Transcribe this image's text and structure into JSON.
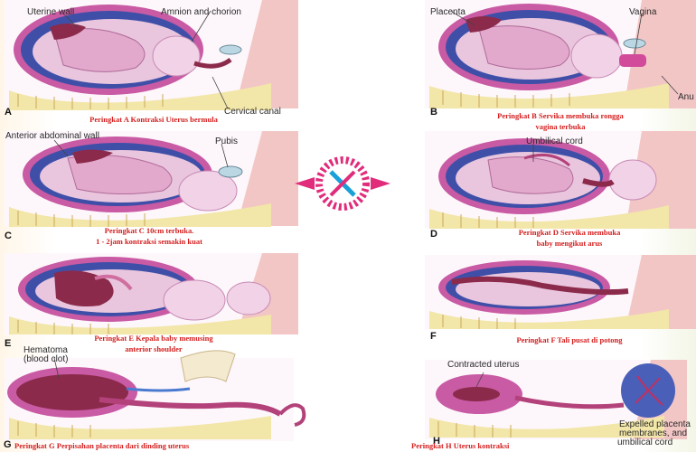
{
  "colors": {
    "caption": "#d42020",
    "background_tint": "#f4f4d8",
    "uterus_wall": "#c95aa4",
    "amniotic": "#3f4fa8",
    "skin": "#e9c6de",
    "placenta": "#8b2a4a",
    "cord": "#b3417a"
  },
  "panels": {
    "a": {
      "letter": "A",
      "labels": {
        "uterine_wall": "Uterine wall",
        "amnion": "Amnion and chorion",
        "cervical": "Cervical canal"
      },
      "caption_lines": [
        "Peringkat A Kontraksi Uterus bermula"
      ]
    },
    "b": {
      "letter": "B",
      "labels": {
        "placenta": "Placenta",
        "vagina": "Vagina",
        "anus": "Anu"
      },
      "caption_lines": [
        "Peringkat B Servika membuka rongga",
        "vagina terbuka"
      ]
    },
    "c": {
      "letter": "C",
      "labels": {
        "anterior": "Anterior abdominal wall",
        "pubis": "Pubis"
      },
      "caption_lines": [
        "Peringkat C 10cm terbuka.",
        "1 - 2jam kontraksi semakin kuat"
      ]
    },
    "d": {
      "letter": "D",
      "labels": {
        "umbilical": "Umbilical cord"
      },
      "caption_lines": [
        "Peringkat D Servika membuka",
        "baby mengikut arus"
      ]
    },
    "e": {
      "letter": "E",
      "labels": {},
      "caption_lines": [
        "Peringkat E Kepala baby memusing",
        "anterior shoulder"
      ]
    },
    "f": {
      "letter": "F",
      "labels": {},
      "caption_lines": [
        "Peringkat F Tali pusat di potong"
      ]
    },
    "g": {
      "letter": "G",
      "labels": {
        "hematoma": "Hematoma",
        "blood_clot": "(blood clot)"
      },
      "caption_lines": [
        "Peringkat G Perpisahan placenta dari dinding uterus"
      ]
    },
    "h": {
      "letter": "H",
      "labels": {
        "contracted": "Contracted uterus",
        "expelled_1": "Expelled placenta",
        "expelled_2": "membranes, and",
        "expelled_3": "umbilical cord"
      },
      "caption_lines": [
        "Peringkat H Uterus kontraksi"
      ]
    }
  }
}
